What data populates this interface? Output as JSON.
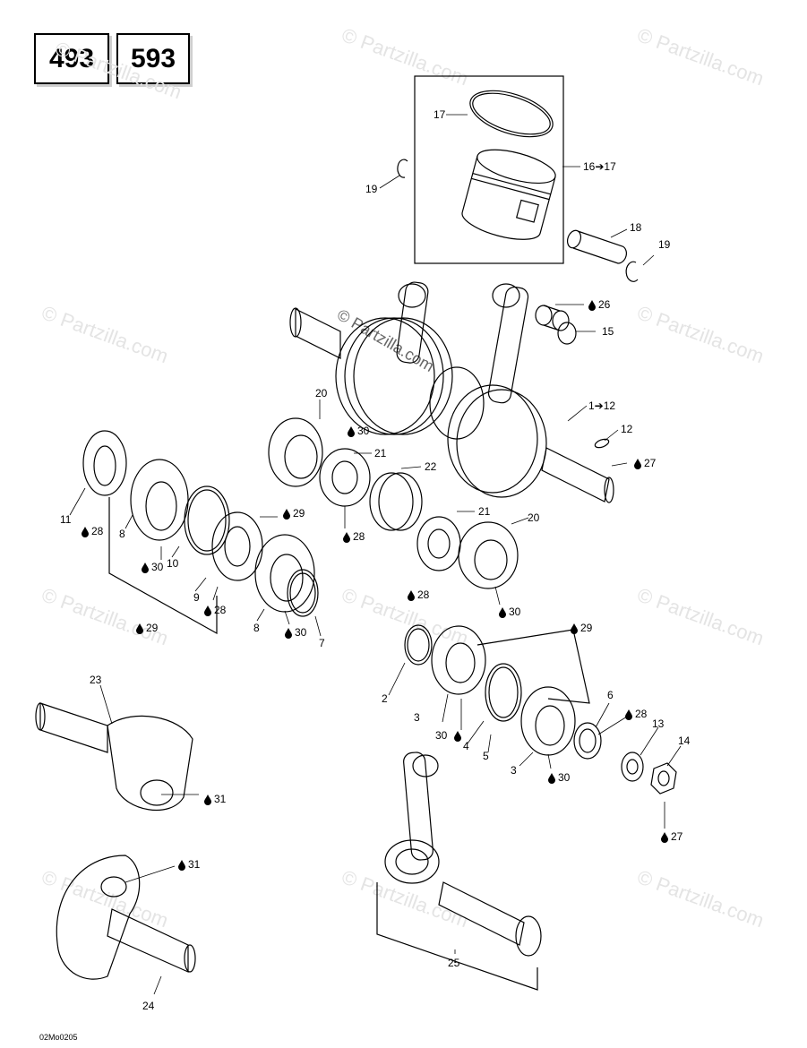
{
  "models": [
    "493",
    "593"
  ],
  "watermark": "© Partzilla.com",
  "drawing_code": "02Mo0205",
  "labels": {
    "l17": "17",
    "l16": "16➔17",
    "l19a": "19",
    "l18": "18",
    "l19b": "19",
    "l26": "26",
    "l15": "15",
    "l1": "1➔12",
    "l12": "12",
    "l27a": "27",
    "l20a": "20",
    "l30a": "30",
    "l21a": "21",
    "l22": "22",
    "l28a": "28",
    "l29a": "29",
    "l11": "11",
    "l28b": "28",
    "l8a": "8",
    "l30b": "30",
    "l10": "10",
    "l9": "9",
    "l28c": "28",
    "l29b": "29",
    "l8b": "8",
    "l30c": "30",
    "l7": "7",
    "l21b": "21",
    "l20b": "20",
    "l28d": "28",
    "l30d": "30",
    "l29c": "29",
    "l2": "2",
    "l3a": "3",
    "l30e": "30",
    "l4": "4",
    "l5": "5",
    "l6": "6",
    "l28e": "28",
    "l3b": "3",
    "l30f": "30",
    "l13": "13",
    "l14": "14",
    "l27b": "27",
    "l23": "23",
    "l31a": "31",
    "l31b": "31",
    "l24": "24",
    "l25": "25"
  }
}
